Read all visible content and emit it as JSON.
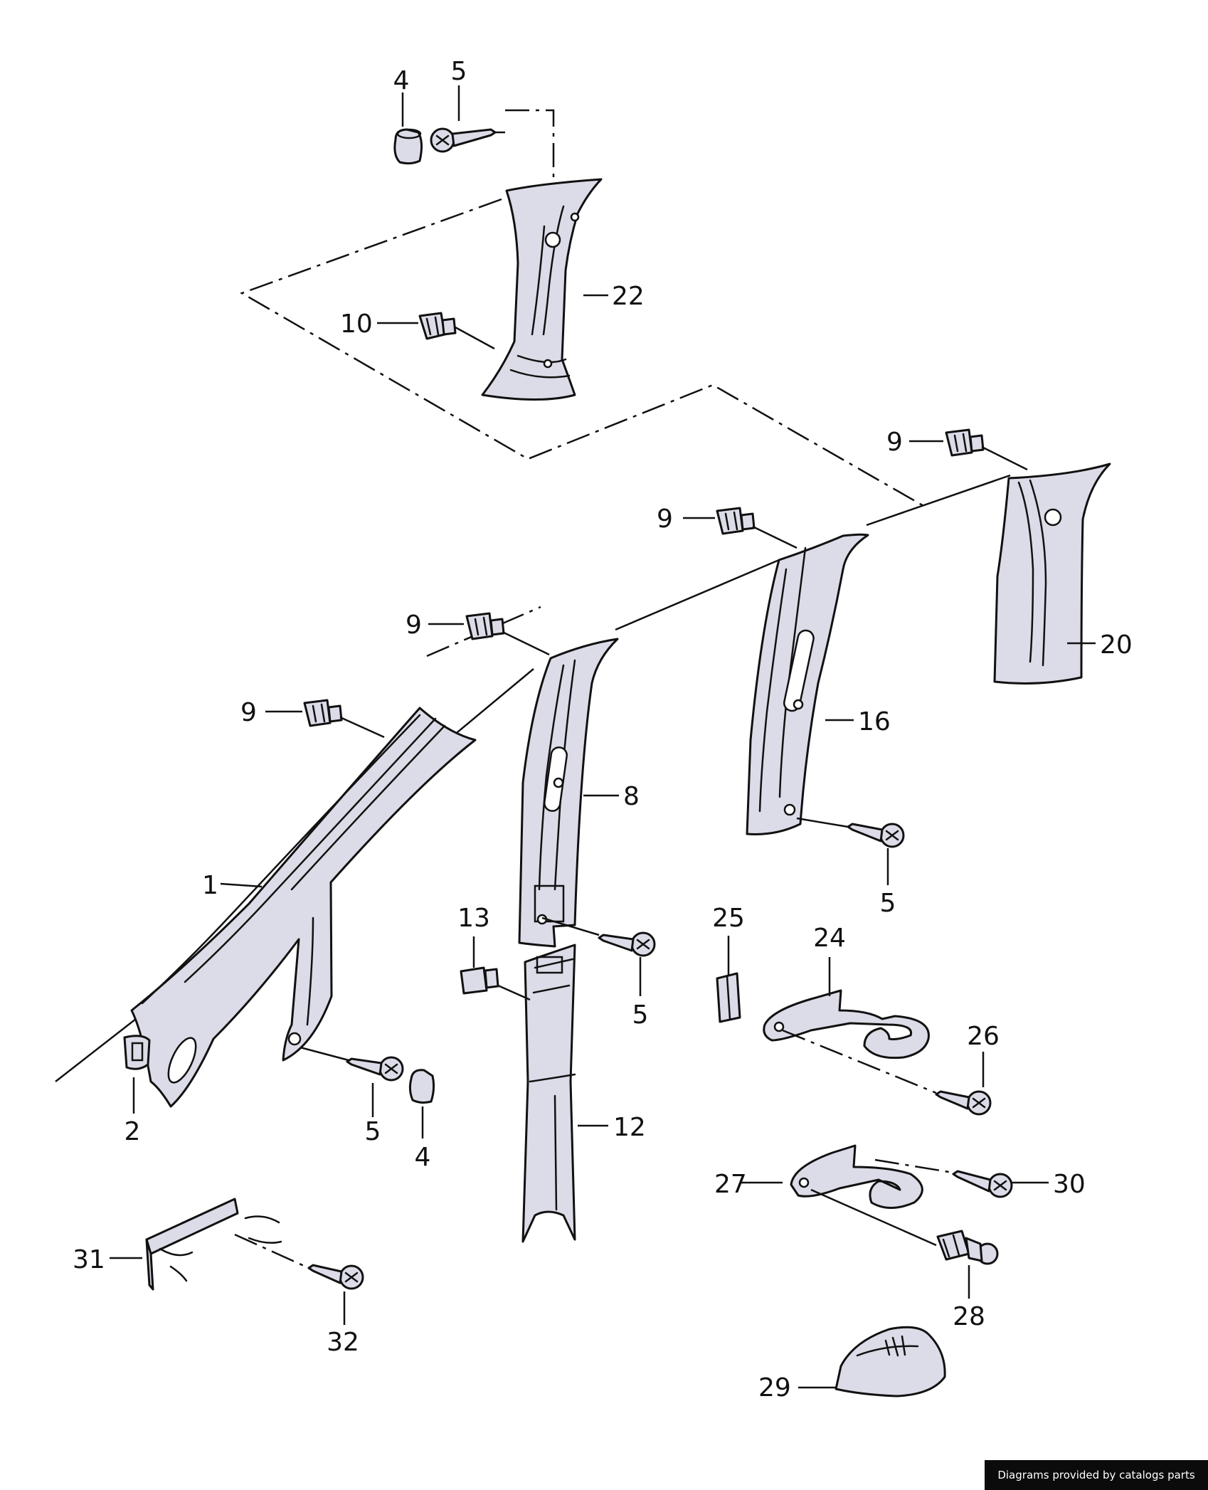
{
  "callouts": [
    {
      "id": "c-4a",
      "text": "4"
    },
    {
      "id": "c-5a",
      "text": "5"
    },
    {
      "id": "c-22",
      "text": "22"
    },
    {
      "id": "c-10",
      "text": "10"
    },
    {
      "id": "c-9a",
      "text": "9"
    },
    {
      "id": "c-9b",
      "text": "9"
    },
    {
      "id": "c-9c",
      "text": "9"
    },
    {
      "id": "c-9d",
      "text": "9"
    },
    {
      "id": "c-20",
      "text": "20"
    },
    {
      "id": "c-16",
      "text": "16"
    },
    {
      "id": "c-8",
      "text": "8"
    },
    {
      "id": "c-1",
      "text": "1"
    },
    {
      "id": "c-5b",
      "text": "5"
    },
    {
      "id": "c-13",
      "text": "13"
    },
    {
      "id": "c-25",
      "text": "25"
    },
    {
      "id": "c-24",
      "text": "24"
    },
    {
      "id": "c-26",
      "text": "26"
    },
    {
      "id": "c-5c",
      "text": "5"
    },
    {
      "id": "c-2",
      "text": "2"
    },
    {
      "id": "c-5d",
      "text": "5"
    },
    {
      "id": "c-4b",
      "text": "4"
    },
    {
      "id": "c-12",
      "text": "12"
    },
    {
      "id": "c-27",
      "text": "27"
    },
    {
      "id": "c-30",
      "text": "30"
    },
    {
      "id": "c-31",
      "text": "31"
    },
    {
      "id": "c-32",
      "text": "32"
    },
    {
      "id": "c-28",
      "text": "28"
    },
    {
      "id": "c-29",
      "text": "29"
    }
  ],
  "credit": "Diagrams provided by catalogs parts"
}
